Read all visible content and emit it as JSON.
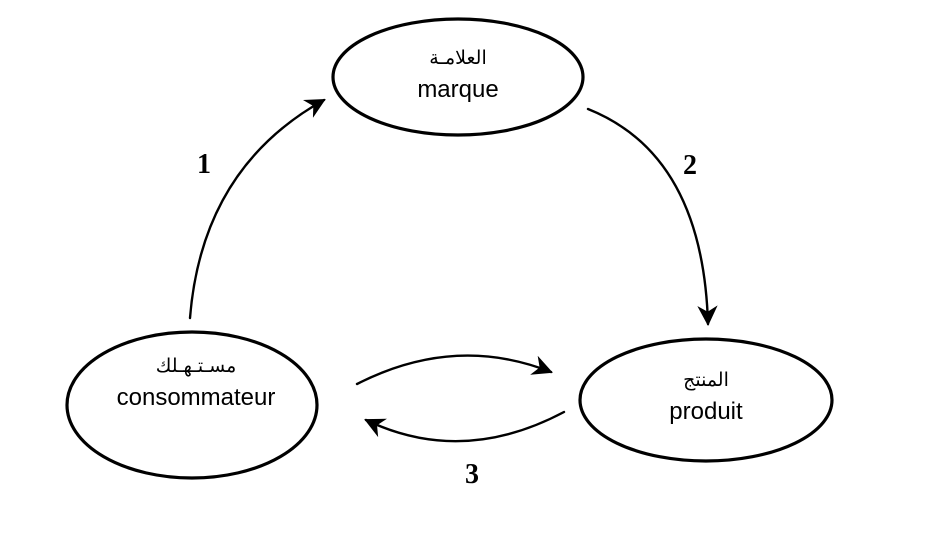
{
  "diagram": {
    "background_color": "#ffffff",
    "stroke_color": "#000000",
    "text_color": "#000000",
    "nodes": {
      "marque": {
        "label_ar": "العلامـة",
        "label_fr": "marque"
      },
      "consommateur": {
        "label_ar": "مسـتـهـلك",
        "label_fr": "consommateur"
      },
      "produit": {
        "label_ar": "المنتج",
        "label_fr": "produit"
      }
    },
    "edges": {
      "edge1": {
        "label": "1",
        "from": "consommateur",
        "to": "marque",
        "direction": "one-way"
      },
      "edge2": {
        "label": "2",
        "from": "marque",
        "to": "produit",
        "direction": "one-way"
      },
      "edge3": {
        "label": "3",
        "from": "produit",
        "to": "consommateur",
        "direction": "two-way"
      }
    }
  }
}
